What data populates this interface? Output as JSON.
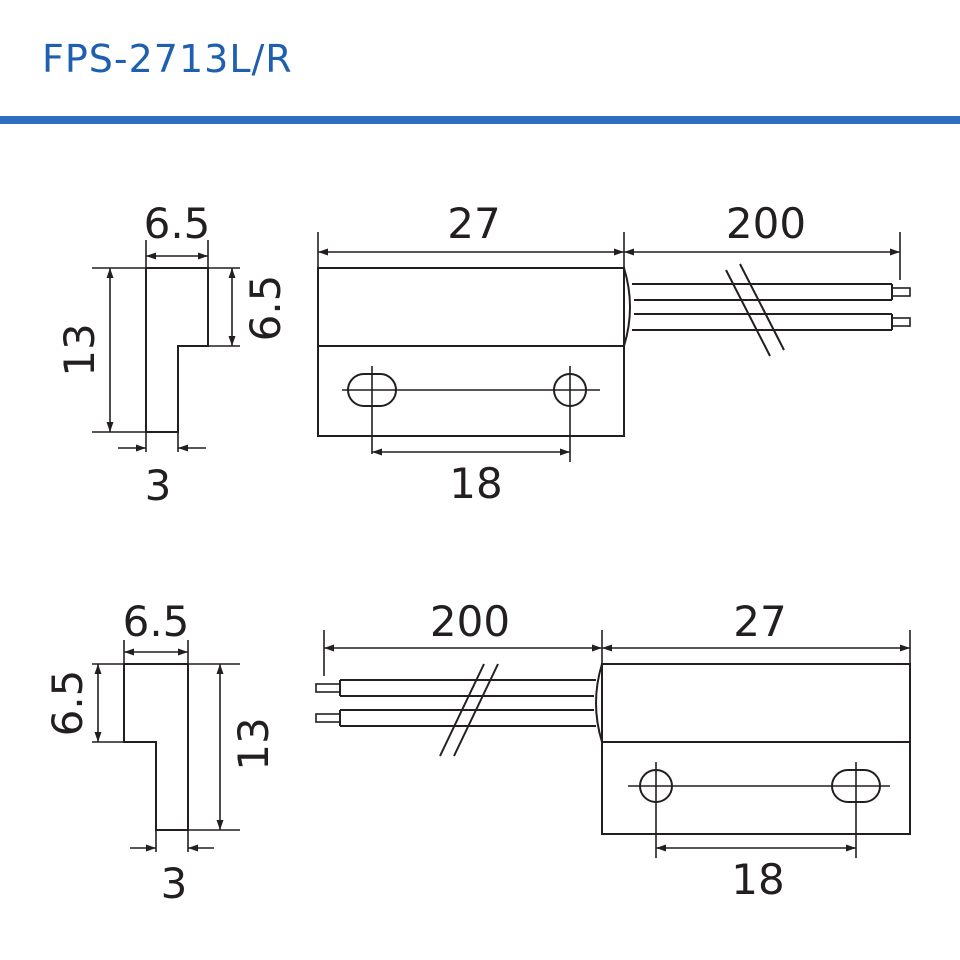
{
  "title": "FPS-2713L/R",
  "accent_color": "#2e6fc2",
  "title_color": "#1f5fb0",
  "top_view": {
    "profile": {
      "width_top": "6.5",
      "height_total": "13",
      "height_step": "6.5",
      "width_base": "3"
    },
    "body": {
      "length": "27",
      "hole_spacing": "18",
      "lead_length": "200"
    }
  },
  "bottom_view": {
    "profile": {
      "width_top": "6.5",
      "height_total": "13",
      "height_step": "6.5",
      "width_base": "3"
    },
    "body": {
      "length": "27",
      "hole_spacing": "18",
      "lead_length": "200"
    }
  }
}
